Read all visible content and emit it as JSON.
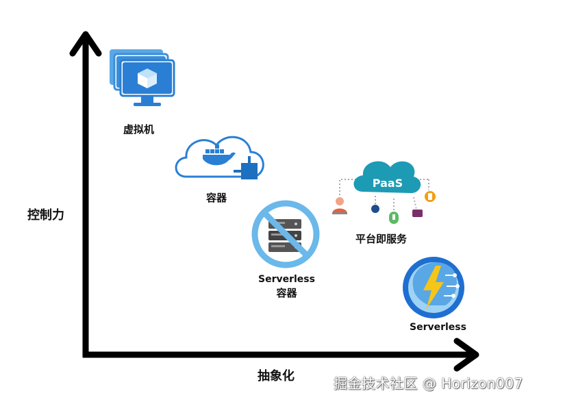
{
  "axes": {
    "y_label": "控制力",
    "x_label": "抽象化"
  },
  "items": [
    {
      "label": "虚拟机",
      "icon": "virtual-machine-icon"
    },
    {
      "label": "容器",
      "icon": "docker-cloud-container-icon"
    },
    {
      "label_line1": "Serverless",
      "label_line2": "容器",
      "icon": "no-servers-icon"
    },
    {
      "label": "平台即服务",
      "icon": "paas-cloud-icon",
      "icon_text": "PaaS"
    },
    {
      "label": "Serverless",
      "icon": "serverless-bolt-icon"
    }
  ],
  "watermark": "掘金技术社区 @ Horizon007",
  "colors": {
    "azure_blue": "#2a7fd4",
    "light_blue": "#6bb8ea",
    "teal": "#1d9bb5",
    "yellow": "#f5c518",
    "axis": "#000000"
  }
}
